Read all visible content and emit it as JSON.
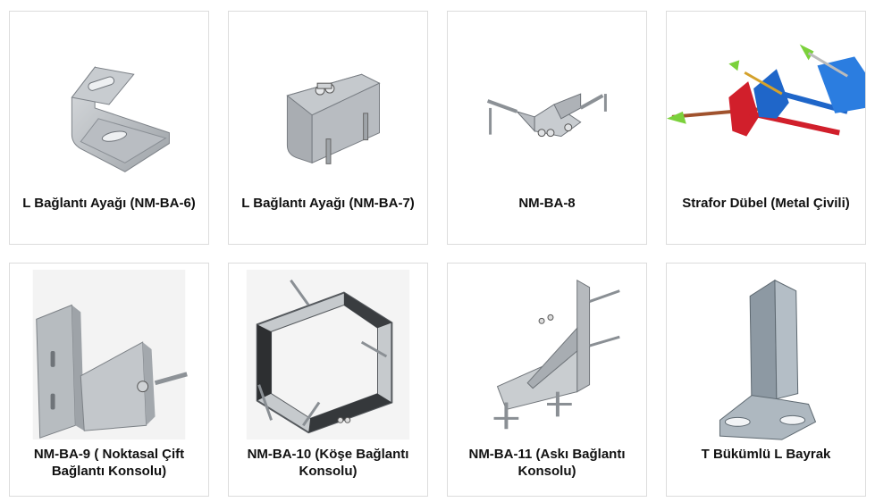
{
  "products": [
    {
      "title": "L Bağlantı Ayağı (NM-BA-6)",
      "icon": "l-bracket-image"
    },
    {
      "title": "L Bağlantı Ayağı (NM-BA-7)",
      "icon": "l-bracket-bolt-image"
    },
    {
      "title": "NM-BA-8",
      "icon": "bracket-set-image"
    },
    {
      "title": "Strafor Dübel (Metal Çivili)",
      "icon": "insulation-anchor-image"
    },
    {
      "title": "NM-BA-9 ( Noktasal Çift Bağlantı Konsolu)",
      "icon": "double-bracket-image"
    },
    {
      "title": "NM-BA-10 (Köşe Bağlantı Konsolu)",
      "icon": "corner-bracket-image"
    },
    {
      "title": "NM-BA-11 (Askı Bağlantı Konsolu)",
      "icon": "hanger-bracket-image"
    },
    {
      "title": "T Bükümlü L Bayrak",
      "icon": "t-flag-bracket-image"
    }
  ]
}
